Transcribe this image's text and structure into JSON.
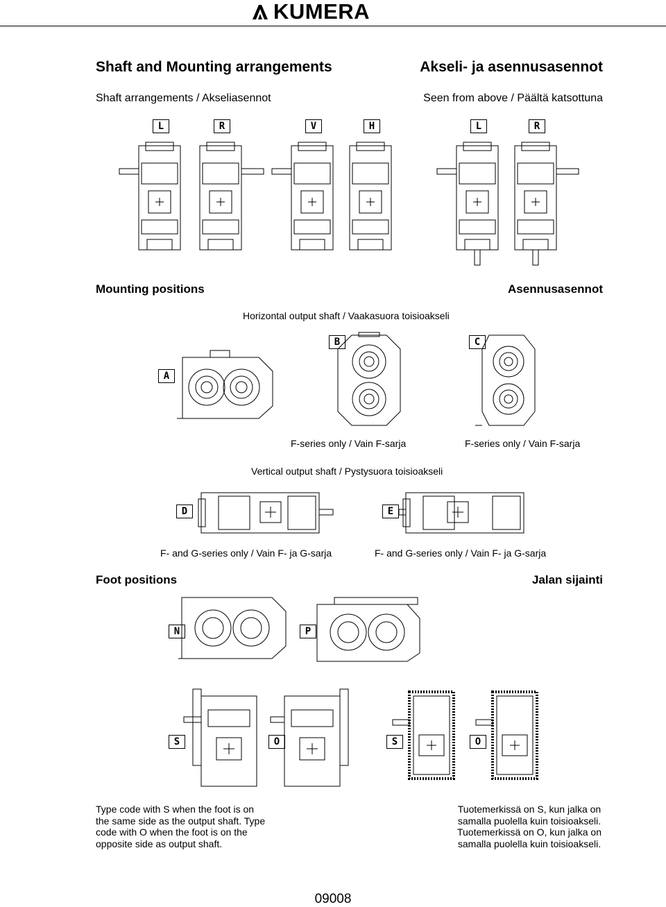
{
  "header": {
    "brand": "KUMERA"
  },
  "title": {
    "left": "Shaft and Mounting arrangements",
    "right": "Akseli- ja asennusasennot"
  },
  "shaft": {
    "left": "Shaft arrangements / Akseliasennot",
    "right": "Seen from above / Päältä katsottuna",
    "labels": [
      "L",
      "R",
      "V",
      "H",
      "L",
      "R"
    ]
  },
  "mounting": {
    "left": "Mounting positions",
    "right": "Asennusasennot",
    "horizontal": "Horizontal output shaft / Vaakasuora toisioakseli",
    "labels_h": [
      "A",
      "B",
      "C"
    ],
    "caption_b": "F-series only / Vain F-sarja",
    "caption_c": "F-series only / Vain F-sarja",
    "vertical": "Vertical output shaft / Pystysuora toisioakseli",
    "labels_v": [
      "D",
      "E"
    ],
    "caption_d": "F- and G-series only / Vain F- ja G-sarja",
    "caption_e": "F- and G-series only / Vain F- ja G-sarja"
  },
  "foot": {
    "left": "Foot positions",
    "right": "Jalan sijainti",
    "labels_np": [
      "N",
      "P"
    ],
    "labels_so": [
      "S",
      "O",
      "S",
      "O"
    ]
  },
  "notes": {
    "left": "Type code with S when the foot is on the same side as the output shaft. Type code with O when the foot is on the opposite side as output shaft.",
    "right": "Tuotemerkissä on S, kun jalka on samalla puolella kuin toisioakseli. Tuotemerkissä on O, kun jalka on samalla puolella kuin toisioakseli."
  },
  "footer": {
    "page_code": "09008"
  }
}
